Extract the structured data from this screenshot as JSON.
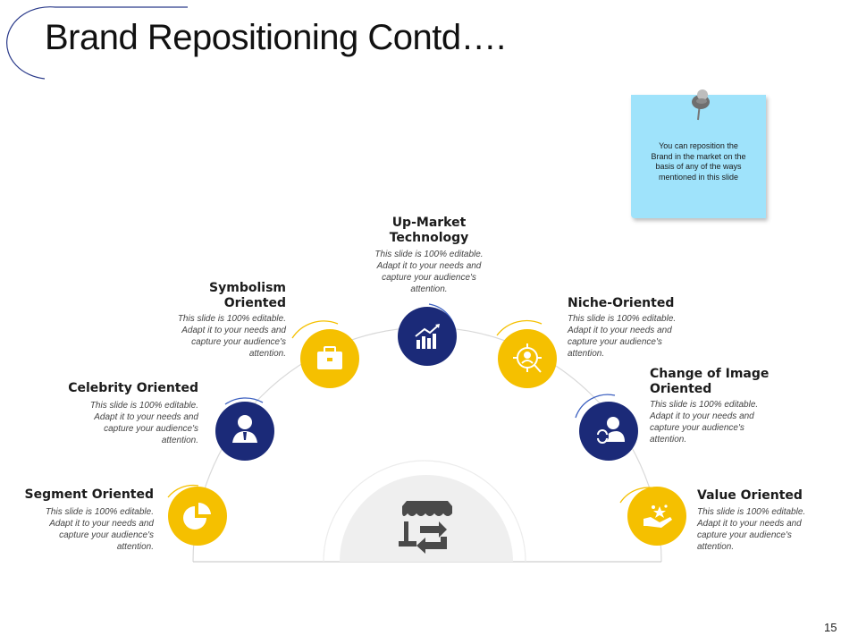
{
  "slide": {
    "title": "Brand Repositioning Contd….",
    "page_number": "15",
    "note": {
      "text": "You can reposition the Brand in the market on the basis of any of the ways mentioned in this slide"
    },
    "items": [
      {
        "id": "segment",
        "label": "Segment Oriented",
        "desc": "This slide is 100% editable. Adapt it to your needs and capture your audience's attention.",
        "color": "#f5c000",
        "icon": "pie-chart-icon"
      },
      {
        "id": "celebrity",
        "label": "Celebrity Oriented",
        "desc": "This slide is 100% editable. Adapt it to your needs and capture your audience's attention.",
        "color": "#1b2a78",
        "icon": "person-icon"
      },
      {
        "id": "symbolism",
        "label_line1": "Symbolism",
        "label_line2": "Oriented",
        "desc": "This slide is 100% editable. Adapt it to your needs and capture your audience's attention.",
        "color": "#f5c000",
        "icon": "briefcase-icon"
      },
      {
        "id": "upmarket",
        "label_line1": "Up-Market",
        "label_line2": "Technology",
        "desc": "This slide is 100% editable. Adapt it to your needs and capture your audience's attention.",
        "color": "#1b2a78",
        "icon": "bar-chart-icon"
      },
      {
        "id": "niche",
        "label": "Niche-Oriented",
        "desc": "This slide is 100% editable. Adapt it to your needs and capture your audience's attention.",
        "color": "#f5c000",
        "icon": "target-user-icon"
      },
      {
        "id": "change",
        "label_line1": "Change of Image",
        "label_line2": "Oriented",
        "desc": "This slide is 100% editable. Adapt it to your needs and capture your audience's attention.",
        "color": "#1b2a78",
        "icon": "person-refresh-icon"
      },
      {
        "id": "value",
        "label": "Value Oriented",
        "desc": "This slide is 100% editable. Adapt it to your needs and capture your audience's attention.",
        "color": "#f5c000",
        "icon": "hand-star-icon"
      }
    ],
    "center_icon": "storefront-exchange-icon",
    "colors": {
      "yellow": "#f5c000",
      "navy": "#1b2a78",
      "arc": "#d9d9d9",
      "hub": "#efefef"
    }
  }
}
